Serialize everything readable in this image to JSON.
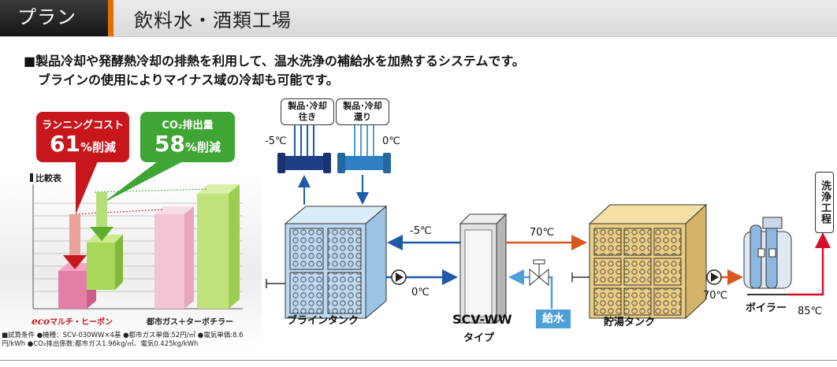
{
  "header": {
    "tab": "プラン",
    "title": "飲料水・酒類工場"
  },
  "description": {
    "line1": "■製品冷却や発酵熱冷却の排熱を利用して、温水洗浄の補給水を加熱するシステムです。",
    "line2": "ブラインの使用によりマイナス域の冷却も可能です。"
  },
  "comparison": {
    "running_cost": {
      "label": "ランニングコスト",
      "value": "61",
      "unit": "%削減"
    },
    "co2": {
      "label": "CO₂排出量",
      "value": "58",
      "unit": "%削減"
    },
    "legend_title": "比較表",
    "category_eco_prefix": "eco",
    "category_eco_suffix": "マルチ・ヒーポン",
    "category_city": "都市ガス＋ターボチラー",
    "footnote": "■試算条件 ●機種：SCV-030WW×4基 ●都市ガス単価:52円/㎥ ●電気単価:8.6円/kWh ●CO₂排出係数:都市ガス1.96kg/㎥、電気0.425kg/kWh",
    "colors": {
      "running_cost": "#c8161d",
      "co2": "#3fa535",
      "eco_bar": "#e37fa6",
      "city_bar": "#a8d85a"
    }
  },
  "diagram": {
    "chip_out": "製品･冷却\n往き",
    "chip_back": "製品･冷却\n還り",
    "temp_supply": "-5℃",
    "temp_return": "0℃",
    "brine_tank": "ブラインタンク",
    "scv_line1": "SCV-WW",
    "scv_line2": "タイプ",
    "hot_tank": "貯湯タンク",
    "boiler": "ボイラー",
    "wash_process": "洗浄工程",
    "feedwater": "給水",
    "flow_cold_out": "-5℃",
    "flow_cold_in": "0℃",
    "flow_hot": "70℃",
    "flow_to_boiler": "70℃",
    "flow_out": "85℃",
    "colors": {
      "cold": "#1e5aa8",
      "hot": "#d8581e",
      "water": "#4f9fd9",
      "boiler_line": "#d5102a"
    }
  }
}
